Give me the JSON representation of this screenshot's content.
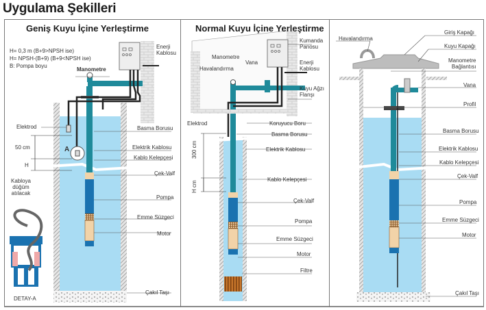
{
  "page_title": "Uygulama Şekilleri",
  "panels": [
    {
      "title": "Geniş Kuyu İçine Yerleştirme",
      "formulas": [
        "H= 0,3 m (B+9>NPSH ise)",
        "H= NPSH-(B+9) (B+9<NPSH ise)",
        "B: Pompa boyu"
      ],
      "labels": {
        "manometre": "Manometre",
        "enerji_kablosu": "Enerji\nKablosu",
        "elektrod": "Elektrod",
        "basma_borusu": "Basma Borusu",
        "elektrik_kablosu": "Elektrik Kablosu",
        "kablo_kelepcesi": "Kablo Kelepçesi",
        "cek_valf": "Çek-Valf",
        "pompa": "Pompa",
        "emme_suzgeci": "Emme Süzgeci",
        "motor": "Motor",
        "cakil_tasi": "Çakıl Taşı",
        "dim_50": "50 cm",
        "dim_h": "H",
        "detail_marker": "A",
        "kabloya": "Kabloya\ndüğüm\natılacak",
        "detay": "DETAY-A"
      }
    },
    {
      "title": "Normal Kuyu İçine Yerleştirme",
      "labels": {
        "kumanda_panosu": "Kumanda\nPanosu",
        "manometre": "Manometre",
        "havalandirma": "Havalandırma",
        "vana": "Vana",
        "enerji_kablosu": "Enerji\nKablosu",
        "kuyu_agzi_flansi": "Kuyu Ağzı\nFlanşı",
        "elektrod": "Elektrod",
        "koruyucu_boru": "Koruyucu Boru",
        "basma_borusu": "Basma Borusu",
        "elektrik_kablosu": "Elektrik Kablosu",
        "kablo_kelepcesi": "Kablo Kelepçesi",
        "cek_valf": "Çek-Valf",
        "pompa": "Pompa",
        "emme_suzgeci": "Emme Süzgeci",
        "motor": "Motor",
        "filtre": "Filtre",
        "dim_300": "300 cm",
        "dim_h": "H cm"
      }
    },
    {
      "title": "",
      "labels": {
        "havalandirma": "Havalandırma",
        "giris_kapagi": "Giriş Kapağı",
        "kuyu_kapagi": "Kuyu Kapağı",
        "manometre_baglantisi": "Manometre\nBağlantısı",
        "vana": "Vana",
        "profil": "Profil",
        "basma_borusu": "Basma Borusu",
        "elektrik_kablosu": "Elektrik Kablosu",
        "kablo_kelepcesi": "Kablo Kelepçesi",
        "cek_valf": "Çek-Valf",
        "pompa": "Pompa",
        "emme_suzgeci": "Emme Süzgeci",
        "motor": "Motor",
        "cakil_tasi": "Çakıl Taşı"
      }
    }
  ],
  "colors": {
    "water": "#a9dcf3",
    "pipe": "#1f8a9a",
    "pump": "#1a72b0",
    "motor": "#f2d3a8",
    "wall": "#bdbdbd",
    "cable": "#222222",
    "filter": "#b96a25"
  }
}
